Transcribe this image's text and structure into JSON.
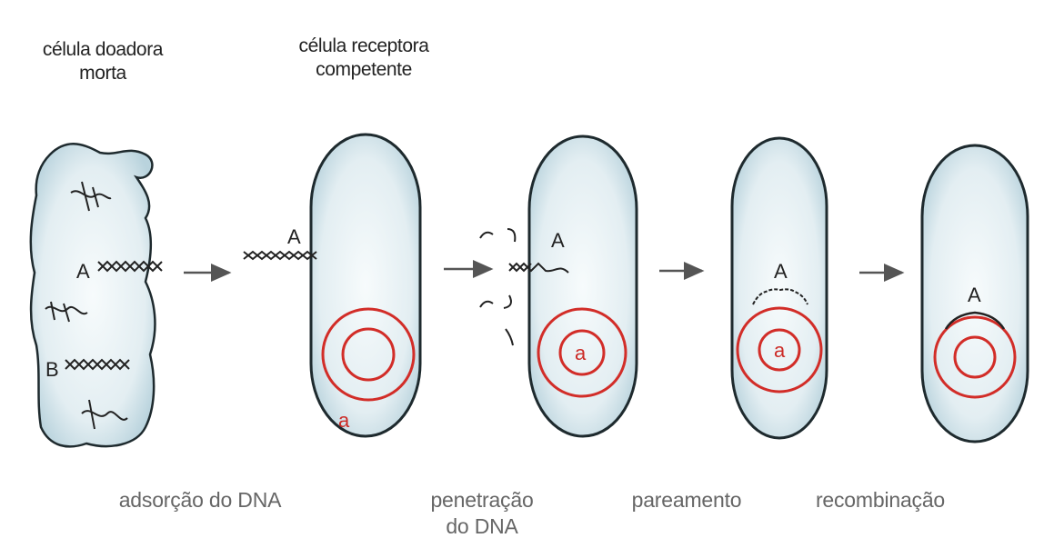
{
  "labels": {
    "donor": "célula doadora\nmorta",
    "recipient": "célula receptora\ncompetente",
    "step1": "adsorção do DNA",
    "step2": "penetração\ndo DNA",
    "step3": "pareamento",
    "step4": "recombinação"
  },
  "genes": {
    "A": "A",
    "B": "B",
    "a": "a",
    "donor_A_fragment": "A xxxx",
    "donor_B_fragment": "B xxxx"
  },
  "colors": {
    "cell_fill": "#dbe9ef",
    "cell_outline": "#1e2a2e",
    "chromosome": "#d22d28",
    "arrow": "#555555",
    "text_top": "#222222",
    "text_bottom": "#666666"
  }
}
